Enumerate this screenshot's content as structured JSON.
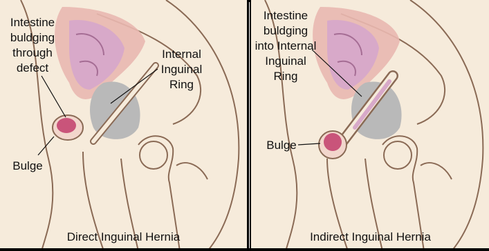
{
  "panels": {
    "left": {
      "caption": "Direct Inguinal Hernia",
      "labels": {
        "intestine": "Intestine\nbuldging\nthrough\ndefect",
        "ring": "Internal\nInguinal\nRing",
        "bulge": "Bulge"
      }
    },
    "right": {
      "caption": "Indirect Inguinal Hernia",
      "labels": {
        "intestine": "Intestine\nbuldging\ninto Internal\nInguinal\nRing",
        "bulge": "Bulge"
      }
    }
  },
  "colors": {
    "skin": "#f6ebdb",
    "outline": "#8a6a55",
    "intestine": "#d8a9c9",
    "pink": "#e9b8b0",
    "gray": "#b9b9b9",
    "bulge": "#c9547a"
  }
}
